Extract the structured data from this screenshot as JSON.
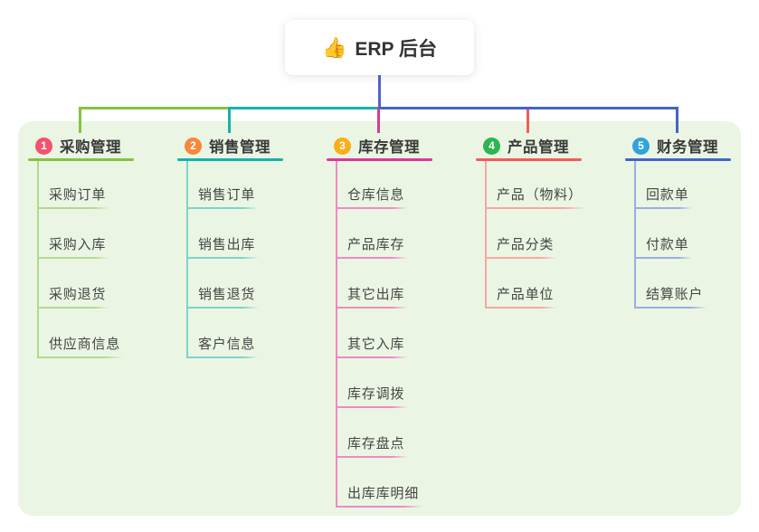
{
  "root": {
    "emoji": "👍",
    "label": "ERP 后台"
  },
  "branches": [
    {
      "index": "1",
      "label": "采购管理",
      "badge_color": "#f45170",
      "line_color": "#84c43e",
      "light_color": "#b3d98f",
      "children": [
        "采购订单",
        "采购入库",
        "采购退货",
        "供应商信息"
      ]
    },
    {
      "index": "2",
      "label": "销售管理",
      "badge_color": "#f7873a",
      "line_color": "#16b3ab",
      "light_color": "#7fd2cb",
      "children": [
        "销售订单",
        "销售出库",
        "销售退货",
        "客户信息"
      ]
    },
    {
      "index": "3",
      "label": "库存管理",
      "badge_color": "#fbae18",
      "line_color": "#d93a96",
      "light_color": "#f08ac3",
      "children": [
        "仓库信息",
        "产品库存",
        "其它出库",
        "其它入库",
        "库存调拨",
        "库存盘点",
        "出库库明细"
      ]
    },
    {
      "index": "4",
      "label": "产品管理",
      "badge_color": "#2db551",
      "line_color": "#f25b5b",
      "light_color": "#f7a7a3",
      "children": [
        "产品（物料）",
        "产品分类",
        "产品单位"
      ]
    },
    {
      "index": "5",
      "label": "财务管理",
      "badge_color": "#2fa3dd",
      "line_color": "#4365c8",
      "light_color": "#9bade2",
      "children": [
        "回款单",
        "付款单",
        "结算账户"
      ]
    }
  ],
  "colors": {
    "canvas_bg": "#ffffff",
    "panel_bg": "#eaf6e3",
    "root_connector": "#5064c6",
    "title_text": "#3a3a3a",
    "child_text": "#454545"
  }
}
